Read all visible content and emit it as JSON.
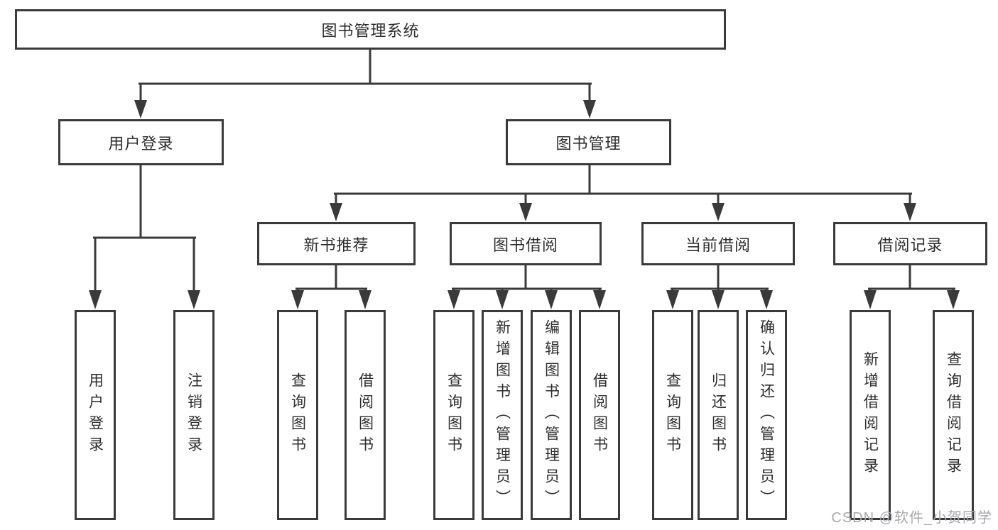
{
  "diagram": {
    "root": {
      "label": "图书管理系统"
    },
    "level2": [
      {
        "label": "用户登录"
      },
      {
        "label": "图书管理"
      }
    ],
    "categories": [
      {
        "label": "新书推荐"
      },
      {
        "label": "图书借阅"
      },
      {
        "label": "当前借阅"
      },
      {
        "label": "借阅记录"
      }
    ],
    "leaves": {
      "user_login": [
        "用户登录",
        "注销登录"
      ],
      "new_books": [
        "查询图书",
        "借阅图书"
      ],
      "book_borrow": [
        "查询图书",
        "新增图书（管理员）",
        "编辑图书（管理员）",
        "借阅图书"
      ],
      "current_borrow": [
        "查询图书",
        "归还图书",
        "确认归还（管理员）"
      ],
      "borrow_records": [
        "新增借阅记录",
        "查询借阅记录"
      ]
    },
    "watermark": "CSDN @软件_小贺同学",
    "colors": {
      "line": "#3a3a3a",
      "text": "#2d2d2d",
      "watermark": "#a8a8ac",
      "background": "#ffffff"
    }
  }
}
